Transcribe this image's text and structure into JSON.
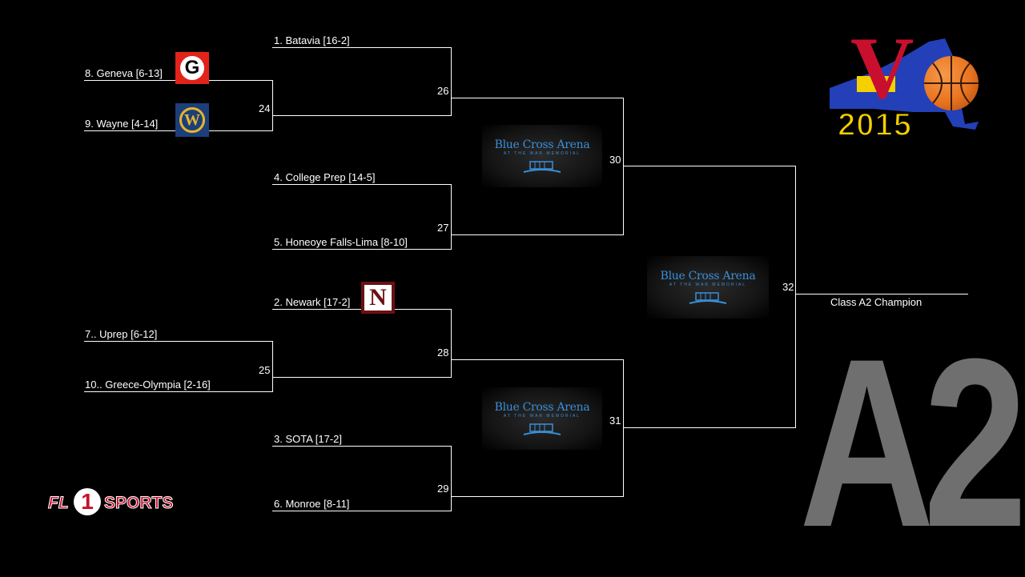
{
  "teams": {
    "batavia": "1. Batavia [16-2]",
    "geneva": "8. Geneva [6-13]",
    "wayne": "9. Wayne [4-14]",
    "college_prep": "4. College Prep [14-5]",
    "honeoye": "5. Honeoye Falls-Lima [8-10]",
    "newark": "2. Newark [17-2]",
    "uprep": "7.. Uprep [6-12]",
    "greece": "10.. Greece-Olympia [2-16]",
    "sota": "3. SOTA [17-2]",
    "monroe": "6. Monroe [8-11]"
  },
  "games": {
    "g24": "24",
    "g25": "25",
    "g26": "26",
    "g27": "27",
    "g28": "28",
    "g29": "29",
    "g30": "30",
    "g31": "31",
    "g32": "32"
  },
  "champion_label": "Class A2 Champion",
  "venue": {
    "name": "Blue Cross Arena",
    "sub": "AT THE WAR MEMORIAL"
  },
  "class_label": "A2",
  "event_logo": {
    "letter": "V",
    "year": "2015"
  },
  "sponsor_logo": {
    "left": "FL",
    "number": "1",
    "right": "SPORTS"
  },
  "team_logos": {
    "geneva": "G",
    "wayne": "W",
    "newark": "N"
  },
  "colors": {
    "background": "#000000",
    "line": "#ffffff",
    "arena_blue": "#3a8fd8",
    "class_gray": "#6f6f6f",
    "geneva_red": "#e2231a",
    "wayne_navy": "#1c3f7a",
    "wayne_gold": "#e8b52a",
    "newark_maroon": "#6b1014",
    "event_red": "#c8102e",
    "event_yellow": "#f5d000",
    "event_blue": "#2340b8",
    "ball_orange": "#e8731f"
  }
}
